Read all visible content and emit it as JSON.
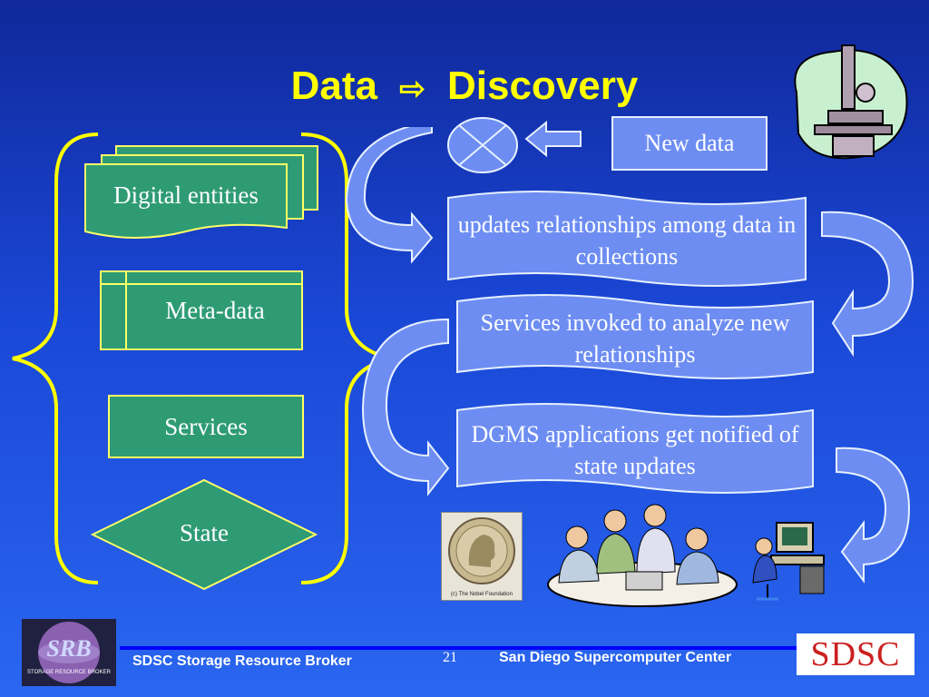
{
  "title": {
    "left": "Data",
    "arrow": "⇨",
    "right": "Discovery"
  },
  "left_panel": {
    "digital_entities": "Digital entities",
    "meta_data": "Meta-data",
    "services": "Services",
    "state": "State"
  },
  "right_flow": {
    "new_data": "New data",
    "updates": "updates relationships among data in collections",
    "services_invoked": "Services invoked to analyze new relationships",
    "dgms": "DGMS applications get notified of state updates"
  },
  "nobel_caption": "(c) The Nobel Foundation",
  "footer": {
    "left_text": "SDSC Storage Resource Broker",
    "page_number": "21",
    "center_text": "San Diego Supercomputer Center",
    "srb_logo_text": "SRB",
    "srb_logo_subtext": "STORAGE RESOURCE BROKER",
    "sdsc_logo_text": "SDSC"
  },
  "colors": {
    "title": "#ffff00",
    "bracket": "#ffff00",
    "green_box": "#2e9b74",
    "blue_box": "#6d8df2",
    "footer_line": "#0000ff",
    "sdsc_red": "#cc2020"
  }
}
